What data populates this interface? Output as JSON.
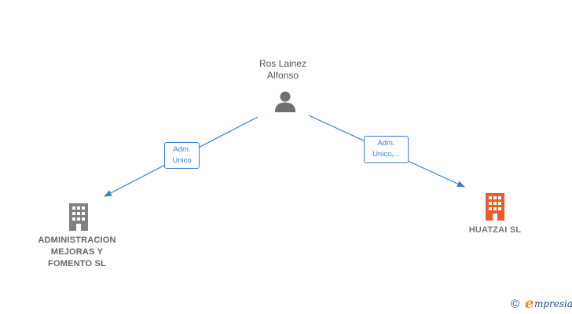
{
  "person": {
    "name": "Ros Lainez\nAlfonso",
    "icon": "person-icon"
  },
  "companies": [
    {
      "name": "ADMINISTRACION\nMEJORAS Y\nFOMENTO  SL",
      "icon": "building-icon",
      "color": "#808080"
    },
    {
      "name": "HUATZAI  SL",
      "icon": "building-icon",
      "color": "#f05a28"
    }
  ],
  "relations": [
    {
      "label": "Adm.\nUnico",
      "from": "person",
      "to": "company-0"
    },
    {
      "label": "Adm.\nUnico,...",
      "from": "person",
      "to": "company-1"
    }
  ],
  "watermark": {
    "copyright": "©",
    "brand_initial": "e",
    "brand_rest": "mpresia"
  },
  "colors": {
    "edge": "#3a7bd5",
    "person_icon": "#707070"
  }
}
